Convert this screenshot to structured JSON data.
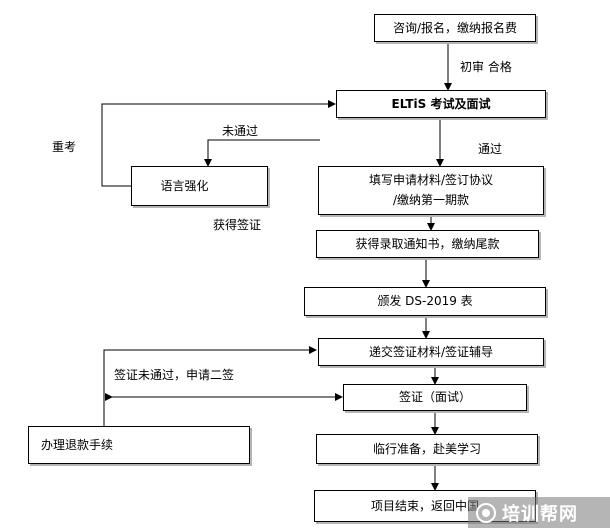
{
  "nodes": {
    "consult": "咨询/报名，缴纳报名费",
    "eltis": "ELTiS 考试及面试",
    "language": "语言强化",
    "fill_line1": "填写申请材料/签订协议",
    "fill_line2": "/缴纳第一期款",
    "admission": "获得录取通知书，缴纳尾款",
    "ds2019": "颁发 DS-2019 表",
    "submit": "递交签证材料/签证辅导",
    "visa": "签证（面试）",
    "refund": "办理退款手续",
    "depart": "临行准备，赴美学习",
    "finish": "项目结束，返回中国"
  },
  "labels": {
    "pass_initial": "初审 合格",
    "retake": "重考",
    "not_pass": "未通过",
    "pass": "通过",
    "get_visa": "获得签证",
    "visa_fail": "签证未通过，申请二签"
  },
  "watermark": {
    "text": "培训帮网"
  }
}
